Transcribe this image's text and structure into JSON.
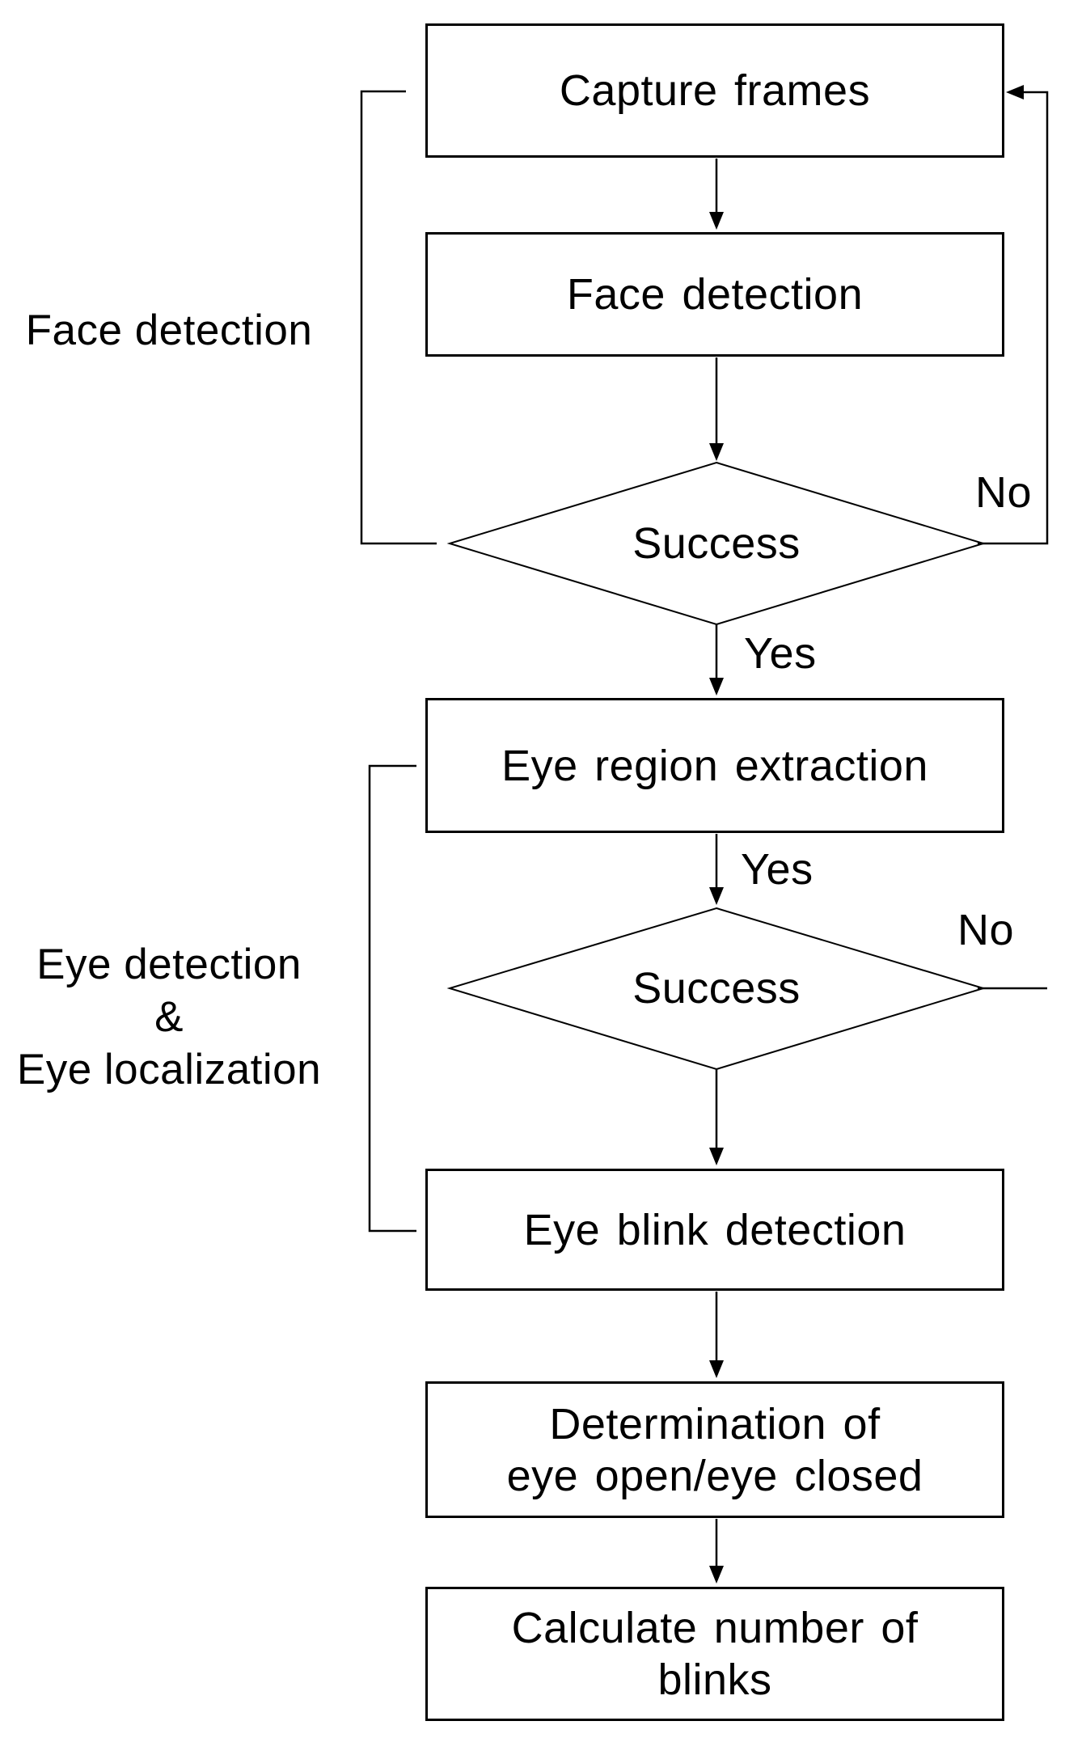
{
  "diagram": {
    "type": "flowchart",
    "colors": {
      "background": "#ffffff",
      "stroke": "#000000",
      "text": "#000000"
    },
    "nodes": {
      "capture_frames": {
        "type": "process",
        "label": "Capture frames"
      },
      "face_detection": {
        "type": "process",
        "label": "Face detection"
      },
      "success_1": {
        "type": "decision",
        "label": "Success"
      },
      "eye_region_extraction": {
        "type": "process",
        "label": "Eye region extraction"
      },
      "success_2": {
        "type": "decision",
        "label": "Success"
      },
      "eye_blink_detection": {
        "type": "process",
        "label": "Eye blink detection"
      },
      "determination": {
        "type": "process",
        "line1": "Determination of",
        "line2": "eye open/eye closed"
      },
      "calculate_blinks": {
        "type": "process",
        "line1": "Calculate number of",
        "line2": "blinks"
      }
    },
    "branch_labels": {
      "no_1": "No",
      "yes_1": "Yes",
      "yes_2": "Yes",
      "no_2": "No"
    },
    "phase_labels": {
      "phase_1": "Face detection",
      "phase_2_line1": "Eye detection",
      "phase_2_line2": "&",
      "phase_2_line3": "Eye localization"
    }
  }
}
